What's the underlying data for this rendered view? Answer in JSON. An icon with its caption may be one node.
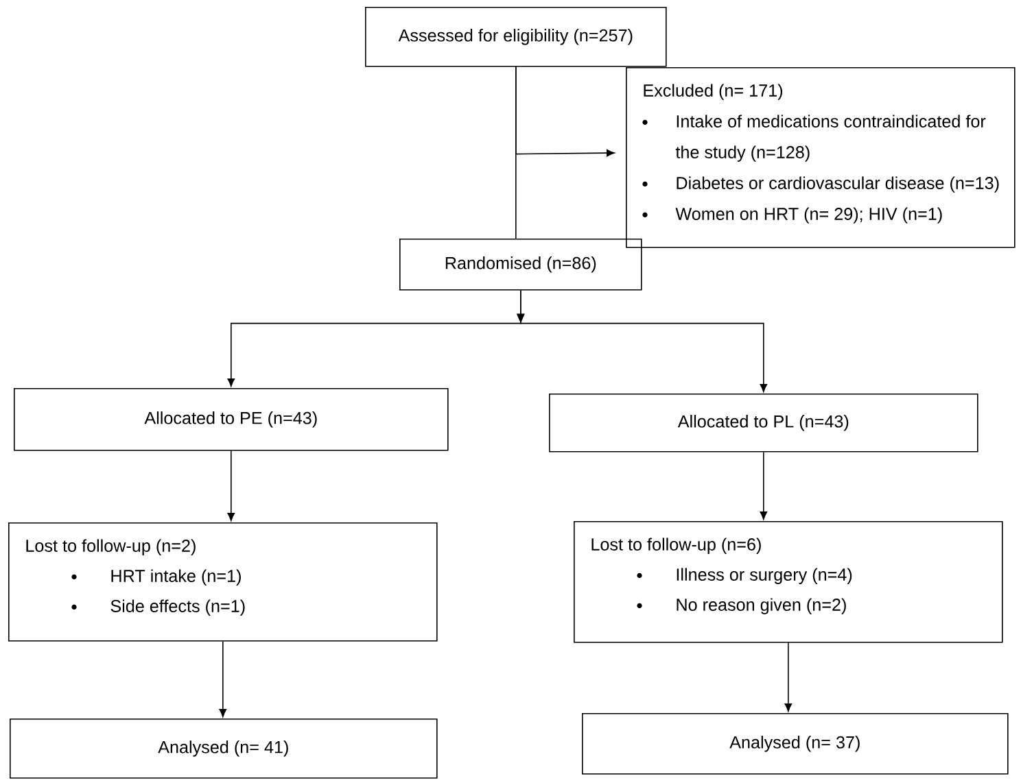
{
  "diagram": {
    "nodes": [
      {
        "text": [
          "Assessed for eligibility (n=257)"
        ]
      },
      {
        "text": [
          "Excluded (n= 171)",
          "Intake of medications contraindicated for the study (n=128)",
          "Diabetes or cardiovascular disease (n=13)",
          "Women on HRT (n= 29); HIV (n=1)"
        ]
      },
      {
        "text": [
          "Randomised (n=86)"
        ]
      },
      {
        "text": [
          "Allocated to PE (n=43)"
        ]
      },
      {
        "text": [
          "Allocated to PL (n=43)"
        ]
      },
      {
        "text": [
          "Lost to follow-up (n=2)",
          "HRT intake (n=1)",
          "Side effects (n=1)"
        ]
      },
      {
        "text": [
          "Lost to follow-up (n=6)",
          "Illness or surgery (n=4)",
          "No reason given (n=2)"
        ]
      },
      {
        "text": [
          "Analysed (n= 41)"
        ]
      },
      {
        "text": [
          "Analysed (n= 37)"
        ]
      }
    ],
    "edges": [
      {
        "from": 0,
        "to": 2,
        "arrow": "none"
      },
      {
        "from": 0,
        "to": 1,
        "arrow": "to"
      },
      {
        "from": 2,
        "to": 3,
        "arrow": "to"
      },
      {
        "from": 2,
        "to": 4,
        "arrow": "to"
      },
      {
        "from": 3,
        "to": 5,
        "arrow": "to"
      },
      {
        "from": 4,
        "to": 6,
        "arrow": "to"
      },
      {
        "from": 5,
        "to": 7,
        "arrow": "to"
      },
      {
        "from": 6,
        "to": 8,
        "arrow": "to"
      }
    ]
  }
}
